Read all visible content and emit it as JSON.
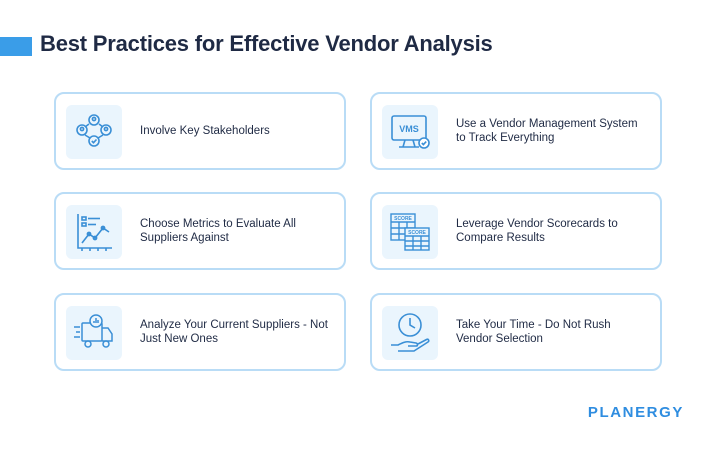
{
  "header": {
    "title": "Best Practices for Effective Vendor Analysis",
    "accent_color": "#3a9de8"
  },
  "cards": [
    {
      "label": "Involve Key Stakeholders",
      "icon": "stakeholders-icon"
    },
    {
      "label": "Use a Vendor Management System to Track Everything",
      "icon": "vms-monitor-icon",
      "icon_text": "VMS"
    },
    {
      "label": "Choose Metrics to Evaluate All Suppliers Against",
      "icon": "metrics-chart-icon"
    },
    {
      "label": "Leverage Vendor Scorecards to Compare Results",
      "icon": "scorecards-icon",
      "icon_text": "SCORE"
    },
    {
      "label": "Analyze Your Current Suppliers - Not Just New Ones",
      "icon": "delivery-truck-icon"
    },
    {
      "label": "Take Your Time - Do Not Rush Vendor Selection",
      "icon": "clock-hand-icon"
    }
  ],
  "footer": {
    "brand": "PLANERGY",
    "brand_color": "#2f8de0"
  },
  "colors": {
    "card_border": "#b9dcf6",
    "icon_background": "#eaf5fd",
    "icon_stroke": "#3a8fd6",
    "text": "#1f2a44"
  }
}
